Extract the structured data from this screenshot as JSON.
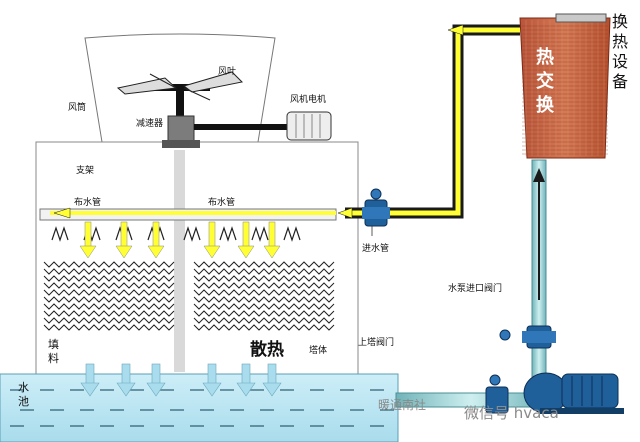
{
  "labels": {
    "fan_duct": "风筒",
    "fan_blade": "风叶",
    "fan_motor": "风机电机",
    "reducer": "减速器",
    "support": "支架",
    "distribution_pipe_left": "布水管",
    "distribution_pipe_right": "布水管",
    "inlet_pipe": "进水管",
    "pump_inlet_valve": "水泵进口阀门",
    "tower_valve": "上塔阀门",
    "tower_body": "塔体",
    "filler": "填\n料",
    "heat_dissipation": "散热",
    "water_pool": "水\n池",
    "heat_exchange": "热\n交\n换",
    "heat_exchange_equipment": "换\n热\n设\n备"
  },
  "watermark": {
    "text_left": "暖通南社",
    "text_right": "微信号 hvaca"
  },
  "colors": {
    "pipe_yellow": "#ffff33",
    "pipe_dark": "#1a1a1a",
    "water": "#bfe6f2",
    "exchanger": "#c8613f",
    "pump_blue": "#1f5f9a",
    "return_pipe": "#a9d6d9"
  }
}
